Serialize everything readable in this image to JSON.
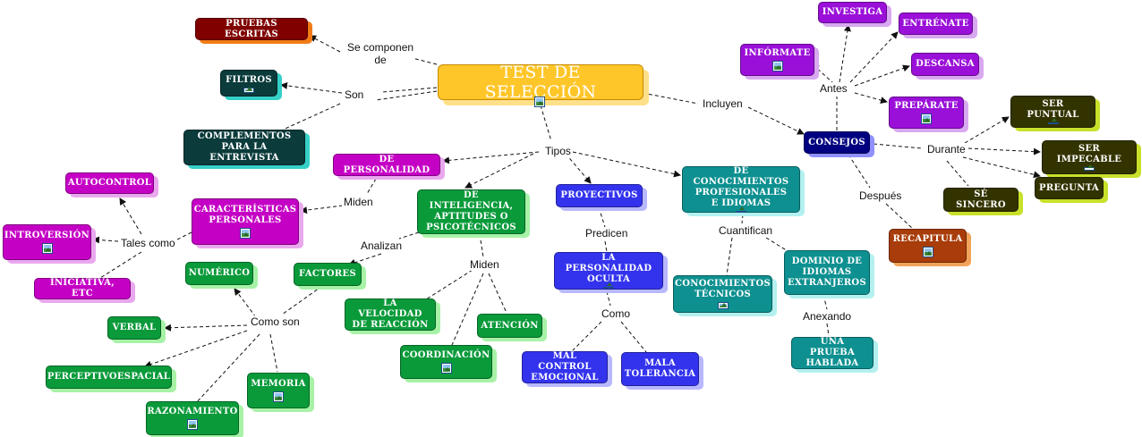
{
  "colors": {
    "main": "#ffc629",
    "main_shadow": "#ffe08a",
    "maroon": "#800000",
    "maroon_shadow": "#f27b16",
    "darkteal": "#0b3b3b",
    "darkteal_shadow": "#35d0c8",
    "magenta": "#c500c5",
    "magenta_shadow": "#e9a8ee",
    "green": "#0a9a3a",
    "green_shadow": "#a7f2a7",
    "blue": "#3333ee",
    "blue_shadow": "#b8b8ff",
    "teal": "#0e9090",
    "teal_shadow": "#b3f0f0",
    "navy": "#000080",
    "navy_shadow": "#9090ff",
    "purple": "#9a10d8",
    "purple_shadow": "#d8a8f0",
    "olive": "#333300",
    "olive_shadow": "#c9e02a",
    "brown": "#a83c0a",
    "brown_shadow": "#f2a35a"
  },
  "nodes": {
    "test_seleccion": "TEST DE SELECCIÓN",
    "pruebas_escritas": "PRUEBAS ESCRITAS",
    "filtros": "FILTROS",
    "complementos": "COMPLEMENTOS\nPARA LA ENTREVISTA",
    "de_personalidad": "DE PERSONALIDAD",
    "caracteristicas": "CARACTERÍSTICAS\nPERSONALES",
    "autocontrol": "AUTOCONTROL",
    "introversion": "INTROVERSIÓN",
    "iniciativa": "INICIATIVA, ETC",
    "de_inteligencia": "DE INTELIGENCIA,\nAPTITUDES O\nPSICOTÉCNICOS",
    "factores": "FACTORES",
    "numerico": "NUMÉRICO",
    "verbal": "VERBAL",
    "perceptivoespacial": "PERCEPTIVOESPACIAL",
    "razonamiento": "RAZONAMIENTO",
    "memoria": "MEMORIA",
    "velocidad": "LA VELOCIDAD\nDE REACCIÓN",
    "coordinacion": "COORDINACIÓN",
    "atencion": "ATENCIÓN",
    "proyectivos": "PROYECTIVOS",
    "personalidad_oculta": "LA PERSONALIDAD\nOCULTA",
    "mal_control": "MAL CONTROL\nEMOCIONAL",
    "mala_tolerancia": "MALA\nTOLERANCIA",
    "de_conocimientos": "DE CONOCIMIENTOS\nPROFESIONALES\nE IDIOMAS",
    "conocimientos_tecnicos": "CONOCIMIENTOS\nTÉCNICOS",
    "dominio_idiomas": "DOMINIO DE\nIDIOMAS\nEXTRANJEROS",
    "prueba_hablada": "UNA PRUEBA\nHABLADA",
    "consejos": "CONSEJOS",
    "informate": "INFÓRMATE",
    "investiga": "INVESTIGA",
    "entrenate": "ENTRÉNATE",
    "descansa": "DESCANSA",
    "preparate": "PREPÁRATE",
    "recapitula": "RECAPITULA",
    "ser_puntual": "SER PUNTUAL",
    "ser_impecable": "SER IMPECABLE",
    "se_sincero": "SÉ SINCERO",
    "pregunta": "PREGUNTA"
  },
  "labels": {
    "se_componen": "Se componen\nde",
    "son": "Son",
    "tipos": "Tipos",
    "incluyen": "Incluyen",
    "miden_personalidad": "Miden",
    "tales_como": "Tales como",
    "analizan": "Analizan",
    "miden_inteligencia": "Miden",
    "como_son": "Como son",
    "predicen": "Predicen",
    "como": "Como",
    "cuantifican": "Cuantifican",
    "anexando": "Anexando",
    "antes": "Antes",
    "despues": "Después",
    "durante": "Durante"
  }
}
